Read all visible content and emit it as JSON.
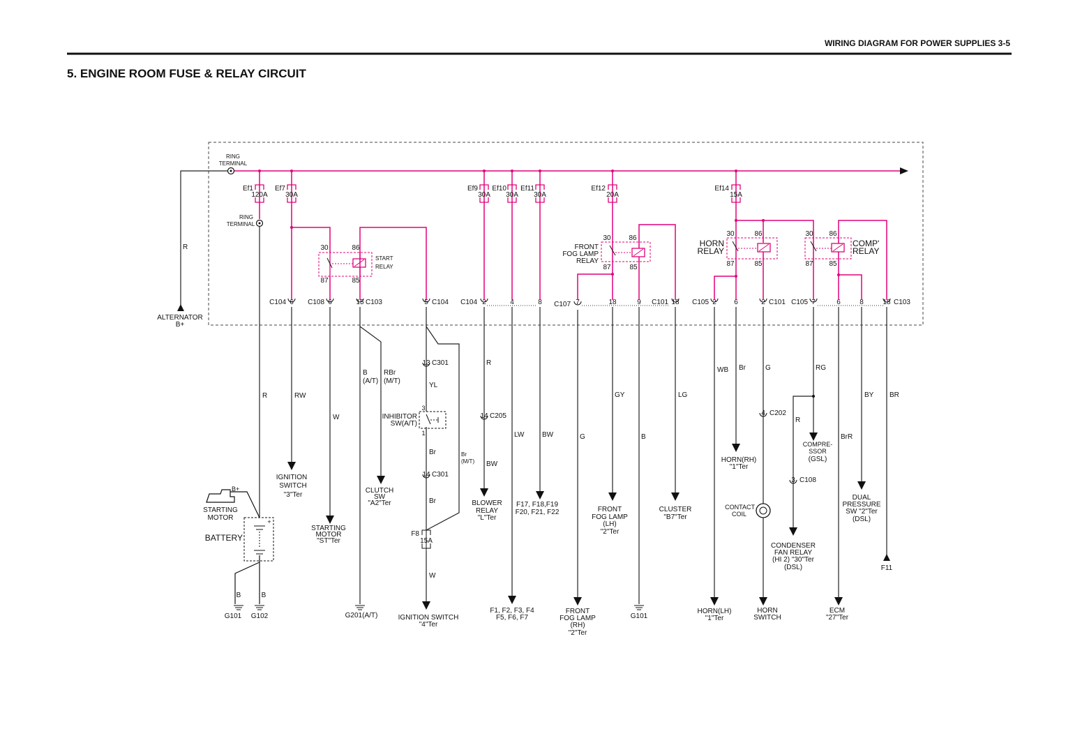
{
  "header": {
    "running_title": "WIRING DIAGRAM FOR POWER SUPPLIES  3-5",
    "section_title": "5. ENGINE ROOM FUSE & RELAY CIRCUIT"
  },
  "labels": {
    "ring_terminal_top_1": "RING",
    "ring_terminal_top_2": "TERMINAL",
    "ring_terminal_mid_1": "RING",
    "ring_terminal_mid_2": "TERMINAL",
    "alternator_1": "ALTERNATOR",
    "alternator_2": "B+",
    "battery": "BATTERY",
    "starting_motor_1": "STARTING",
    "starting_motor_2": "MOTOR",
    "battery_bplus": "B+",
    "battery_plus": "+",
    "wire_R_main": "R",
    "wire_R_battery": "R"
  },
  "fuses": [
    {
      "name": "Ef1",
      "rating": "120A"
    },
    {
      "name": "Ef7",
      "rating": "30A"
    },
    {
      "name": "Ef9",
      "rating": "30A"
    },
    {
      "name": "Ef10",
      "rating": "30A"
    },
    {
      "name": "Ef11",
      "rating": "30A"
    },
    {
      "name": "Ef12",
      "rating": "20A"
    },
    {
      "name": "Ef14",
      "rating": "15A"
    },
    {
      "name": "F8",
      "rating": "15A"
    }
  ],
  "relays": {
    "start": {
      "name_1": "START",
      "name_2": "RELAY",
      "p30": "30",
      "p86": "86",
      "p87": "87",
      "p85": "85"
    },
    "fog": {
      "name_1": "FRONT",
      "name_2": "FOG LAMP",
      "name_3": "RELAY",
      "p30": "30",
      "p86": "86",
      "p87": "87",
      "p85": "85"
    },
    "horn": {
      "name_1": "HORN",
      "name_2": "RELAY",
      "p30": "30",
      "p86": "86",
      "p87": "87",
      "p85": "85"
    },
    "comp": {
      "name_1": "COMP'",
      "name_2": "RELAY",
      "p30": "30",
      "p86": "86",
      "p87": "87",
      "p85": "85"
    }
  },
  "connectors": [
    {
      "id": "C104",
      "pin": "6"
    },
    {
      "id": "C108",
      "pin": "6"
    },
    {
      "id": "C103",
      "pin": "15"
    },
    {
      "id": "C104",
      "pin": "5"
    },
    {
      "id": "C104",
      "pin": "2"
    },
    {
      "id": "",
      "pin": "4"
    },
    {
      "id": "",
      "pin": "8"
    },
    {
      "id": "C107",
      "pin": "7"
    },
    {
      "id": "",
      "pin": "18"
    },
    {
      "id": "",
      "pin": "9"
    },
    {
      "id": "C101",
      "pin": "18"
    },
    {
      "id": "C105",
      "pin": "2"
    },
    {
      "id": "",
      "pin": "6"
    },
    {
      "id": "C101",
      "pin": "2"
    },
    {
      "id": "C105",
      "pin": "7"
    },
    {
      "id": "",
      "pin": "6"
    },
    {
      "id": "",
      "pin": "8"
    },
    {
      "id": "C103",
      "pin": "18"
    }
  ],
  "inline_connectors": [
    {
      "id": "C301",
      "pin": "13"
    },
    {
      "id": "C301",
      "pin": "14"
    },
    {
      "id": "C205",
      "pin": "14"
    },
    {
      "id": "C202",
      "pin": "4"
    },
    {
      "id": "C108",
      "pin": "3"
    }
  ],
  "wires": {
    "rw": "RW",
    "w1": "W",
    "b_at": "B",
    "b_at2": "(A/T)",
    "rbr": "RBr",
    "rbr2": "(M/T)",
    "yl": "YL",
    "br1": "Br",
    "br2": "Br",
    "br_mt": "Br",
    "br_mt2": "(M/T)",
    "w2": "W",
    "r_blower": "R",
    "bw_blower": "BW",
    "lw": "LW",
    "bw": "BW",
    "g_fog": "G",
    "gy": "GY",
    "b_gnd": "B",
    "lg": "LG",
    "wb": "WB",
    "br_horn": "Br",
    "g_horn": "G",
    "rg": "RG",
    "r_cond": "R",
    "brr": "BrR",
    "by": "BY",
    "br_f11": "BR",
    "b_g101": "B",
    "b_g102": "B"
  },
  "inhibitor": {
    "name_1": "INHIBITOR",
    "name_2": "SW(A/T)",
    "pin3": "3",
    "pin1": "1"
  },
  "destinations": {
    "ign_sw3_1": "IGNITION",
    "ign_sw3_2": "SWITCH",
    "ign_sw3_3": "\"3\"Ter",
    "start_motor_1": "STARTING",
    "start_motor_2": "MOTOR",
    "start_motor_3": "\"ST\"Ter",
    "g201": "G201(A/T)",
    "clutch_1": "CLUTCH",
    "clutch_2": "SW",
    "clutch_3": "\"A2\"Ter",
    "ign_sw4_1": "IGNITION SWITCH",
    "ign_sw4_2": "\"4\"Ter",
    "blower_1": "BLOWER",
    "blower_2": "RELAY",
    "blower_3": "\"L\"Ter",
    "fuses_f_1": "F1, F2, F3, F4",
    "fuses_f_2": "F5, F6, F7",
    "fuses_f17_1": "F17, F18,F19",
    "fuses_f17_2": "F20, F21, F22",
    "fog_rh_1": "FRONT",
    "fog_rh_2": "FOG LAMP",
    "fog_rh_3": "(RH)",
    "fog_rh_4": "\"2\"Ter",
    "fog_lh_1": "FRONT",
    "fog_lh_2": "FOG LAMP",
    "fog_lh_3": "(LH)",
    "fog_lh_4": "\"2\"Ter",
    "g101_fog": "G101",
    "cluster_1": "CLUSTER",
    "cluster_2": "\"B7\"Ter",
    "horn_lh_1": "HORN(LH)",
    "horn_lh_2": "\"1\"Ter",
    "horn_rh_1": "HORN(RH)",
    "horn_rh_2": "\"1\"Ter",
    "contact_coil_1": "CONTACT",
    "contact_coil_2": "COIL",
    "horn_switch_1": "HORN",
    "horn_switch_2": "SWITCH",
    "condenser_1": "CONDENSER",
    "condenser_2": "FAN RELAY",
    "condenser_3": "(HI 2) \"30\"Ter",
    "condenser_4": "(DSL)",
    "compressor_1": "COMPRE-",
    "compressor_2": "SSOR",
    "compressor_3": "(GSL)",
    "ecm_1": "ECM",
    "ecm_2": "\"27\"Ter",
    "dual_1": "DUAL",
    "dual_2": "PRESSURE",
    "dual_3": "SW \"2\"Ter",
    "dual_4": "(DSL)",
    "f11": "F11",
    "g101": "G101",
    "g102": "G102"
  },
  "colors": {
    "circuit": "#e0007a",
    "wire": "#222222"
  }
}
